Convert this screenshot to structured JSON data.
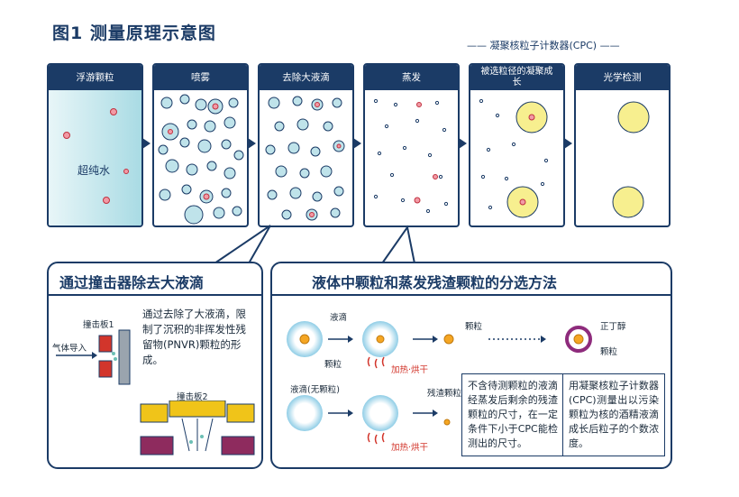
{
  "title": "图1 测量原理示意图",
  "cpc_label": "—— 凝聚核粒子计数器(CPC) ——",
  "panels": [
    {
      "label": "浮游颗粒",
      "body_text": "超纯水"
    },
    {
      "label": "喷雾"
    },
    {
      "label": "去除大液滴"
    },
    {
      "label": "蒸发"
    },
    {
      "label": "被选粒径的凝聚成长"
    },
    {
      "label": "光学检测"
    }
  ],
  "left_box": {
    "title": "通过撞击器除去大液滴",
    "description": "通过去除了大液滴，限制了沉积的非挥发性残留物(PNVR)颗粒的形成。",
    "impactor1_label": "撞击板1",
    "impactor2_label": "撞击板2",
    "gas_inlet_label": "气体导入"
  },
  "right_box": {
    "title": "液体中颗粒和蒸发残渣颗粒的分选方法",
    "droplet_label": "液滴",
    "particle_label": "颗粒",
    "particle_label_2": "颗粒",
    "particle_label_3": "颗粒",
    "butanol_label": "正丁醇",
    "heat_label": "加热·烘干",
    "droplet_no_particle_label": "液滴(无颗粒)",
    "residue_label": "残渣颗粒",
    "heat_label_2": "加热·烘干",
    "note1": "不含待测颗粒的液滴经蒸发后剩余的残渣颗粒的尺寸，在一定条件下小于CPC能检测出的尺寸。",
    "note2": "用凝聚核粒子计数器(CPC)测量出以污染颗粒为核的酒精液滴成长后粒子的个数浓度。"
  },
  "colors": {
    "navy": "#1b3b66",
    "water": "#bfe3ea",
    "red": "#d2352b",
    "yellow": "#f7ef8f",
    "purple": "#8e2b7c"
  }
}
